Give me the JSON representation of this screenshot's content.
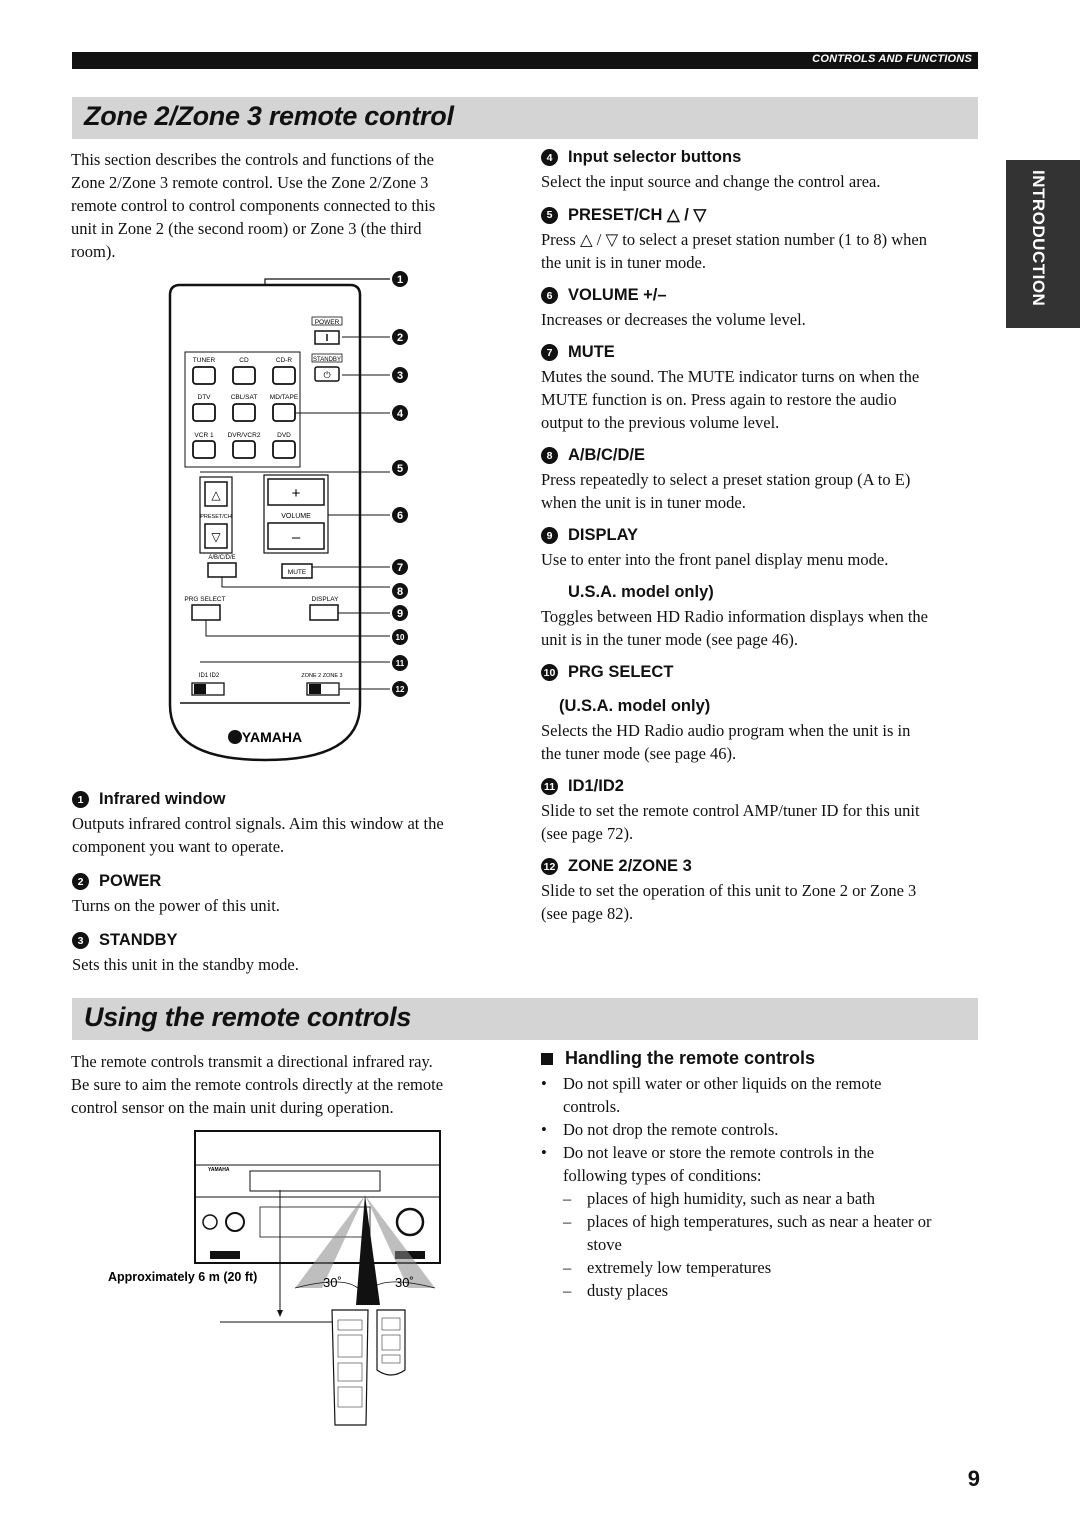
{
  "header": {
    "section_label": "CONTROLS AND FUNCTIONS",
    "side_tab": "INTRODUCTION"
  },
  "section1": {
    "title": "Zone 2/Zone 3 remote control",
    "intro": [
      "This section describes the controls and functions of the",
      "Zone 2/Zone 3 remote control. Use the Zone 2/Zone 3",
      "remote control to control components connected to this",
      "unit in Zone 2 (the second room) or Zone 3 (the third",
      "room)."
    ],
    "remote": {
      "labels": {
        "power": "POWER",
        "tuner": "TUNER",
        "cd": "CD",
        "cdr": "CD-R",
        "standby": "STANDBY",
        "dtv": "DTV",
        "cblsat": "CBL/SAT",
        "mdtape": "MD/TAPE",
        "vcr1": "VCR 1",
        "dvrvcr2": "DVR/VCR2",
        "dvd": "DVD",
        "presetch": "PRESET/CH",
        "volume": "VOLUME",
        "abcde": "A/B/C/D/E",
        "mute": "MUTE",
        "prgselect": "PRG SELECT",
        "display": "DISPLAY",
        "id1id2": "ID1  ID2",
        "zone23": "ZONE 2  ZONE 3",
        "brand": "YAMAHA",
        "plus": "+",
        "minus": "–"
      },
      "callouts": [
        "1",
        "2",
        "3",
        "4",
        "5",
        "6",
        "7",
        "8",
        "9",
        "10",
        "11",
        "12"
      ]
    },
    "items_left": [
      {
        "n": "1",
        "title": "Infrared window",
        "lines": [
          "Outputs infrared control signals. Aim this window at the",
          "component you want to operate."
        ]
      },
      {
        "n": "2",
        "title": "POWER",
        "lines": [
          "Turns on the power of this unit."
        ]
      },
      {
        "n": "3",
        "title": "STANDBY",
        "lines": [
          "Sets this unit in the standby mode."
        ]
      }
    ],
    "items_right": [
      {
        "n": "4",
        "title": "Input selector buttons",
        "lines": [
          "Select the input source and change the control area."
        ]
      },
      {
        "n": "5",
        "title": "PRESET/CH △ / ▽",
        "lines": [
          "Press △ / ▽ to select a preset station number (1 to 8) when",
          "the unit is in tuner mode."
        ]
      },
      {
        "n": "6",
        "title": "VOLUME +/–",
        "lines": [
          "Increases or decreases the volume level."
        ]
      },
      {
        "n": "7",
        "title": "MUTE",
        "lines": [
          "Mutes the sound. The MUTE indicator turns on when the",
          "MUTE function is on. Press again to restore the audio",
          "output to the previous volume level."
        ]
      },
      {
        "n": "8",
        "title": "A/B/C/D/E",
        "lines": [
          "Press repeatedly to select a preset station group (A to E)",
          "when the unit is in tuner mode."
        ]
      },
      {
        "n": "9",
        "title": "DISPLAY",
        "lines": [
          "Use to enter into the front panel display menu mode."
        ]
      },
      {
        "n": "",
        "title": "U.S.A. model only)",
        "lines": [
          "Toggles between HD Radio information displays when the",
          "unit is in the tuner mode (see page 46)."
        ]
      },
      {
        "n": "10",
        "title": "PRG SELECT",
        "lines": []
      },
      {
        "n": "",
        "title": "(U.S.A. model only)",
        "lines": [
          "Selects the HD Radio audio program when the unit is in",
          "the tuner mode (see page 46)."
        ]
      },
      {
        "n": "11",
        "title": "ID1/ID2",
        "lines": [
          "Slide to set the remote control AMP/tuner ID for this unit",
          "(see page 72)."
        ]
      },
      {
        "n": "12",
        "title": "ZONE 2/ZONE 3",
        "lines": [
          "Slide to set the operation of this unit to Zone 2 or Zone 3",
          "(see page 82)."
        ]
      }
    ]
  },
  "section2": {
    "title": "Using the remote controls",
    "intro": [
      "The remote controls transmit a directional infrared ray.",
      "Be sure to aim the remote controls directly at the remote",
      "control sensor on the main unit during operation."
    ],
    "figure": {
      "distance_label": "Approximately 6 m (20 ft)",
      "angle_left": "30˚",
      "angle_right": "30˚"
    },
    "handling": {
      "title": "Handling the remote controls",
      "bullets": [
        {
          "lines": [
            "Do not spill water or other liquids on the remote",
            "controls."
          ]
        },
        {
          "lines": [
            "Do not drop the remote controls."
          ]
        },
        {
          "lines": [
            "Do not leave or store the remote controls in the",
            "following types of conditions:"
          ]
        }
      ],
      "dashes": [
        {
          "lines": [
            "places of high humidity, such as near a bath"
          ]
        },
        {
          "lines": [
            "places of high temperatures, such as near a heater or",
            "stove"
          ]
        },
        {
          "lines": [
            "extremely low temperatures"
          ]
        },
        {
          "lines": [
            "dusty places"
          ]
        }
      ]
    }
  },
  "page_number": "9"
}
